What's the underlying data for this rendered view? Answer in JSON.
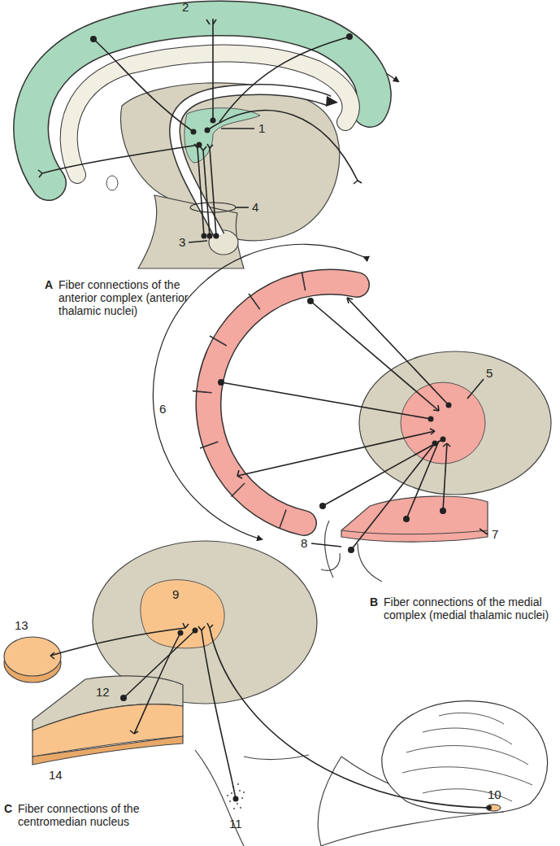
{
  "diagram": {
    "labels": [
      "2",
      "1",
      "4",
      "3",
      "A",
      "Fiber connections of the anterior complex (anterior thalamic nuclei)",
      "5",
      "6",
      "8",
      "7",
      "B",
      "Fiber connections of the medial complex (medial thalamic nuclei)",
      "9",
      "13",
      "12",
      "14",
      "C",
      "Fiber connections of the centromedian nucleus",
      "11",
      "10"
    ]
  }
}
